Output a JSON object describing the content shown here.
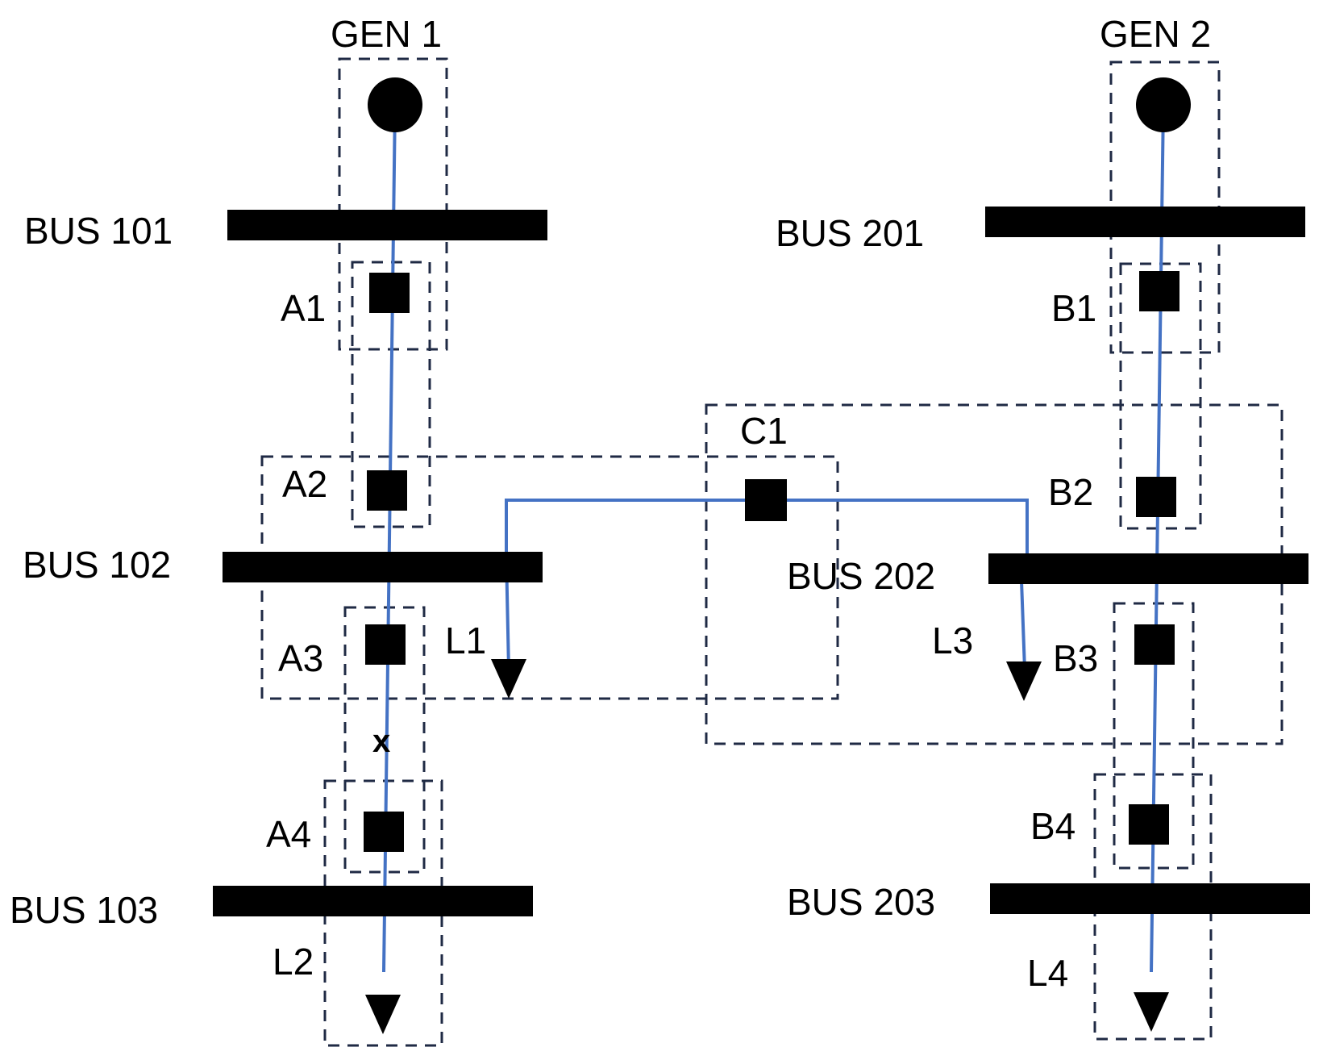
{
  "colors": {
    "wire": "#4472c4",
    "ink": "#000000",
    "zone": "#1f2a44"
  },
  "generators": [
    {
      "id": "gen1",
      "label": "GEN 1"
    },
    {
      "id": "gen2",
      "label": "GEN 2"
    }
  ],
  "buses": [
    {
      "id": "bus101",
      "label": "BUS 101"
    },
    {
      "id": "bus102",
      "label": "BUS 102"
    },
    {
      "id": "bus103",
      "label": "BUS 103"
    },
    {
      "id": "bus201",
      "label": "BUS 201"
    },
    {
      "id": "bus202",
      "label": "BUS 202"
    },
    {
      "id": "bus203",
      "label": "BUS 203"
    }
  ],
  "breakers": [
    {
      "id": "A1",
      "label": "A1"
    },
    {
      "id": "A2",
      "label": "A2"
    },
    {
      "id": "A3",
      "label": "A3"
    },
    {
      "id": "A4",
      "label": "A4"
    },
    {
      "id": "B1",
      "label": "B1"
    },
    {
      "id": "B2",
      "label": "B2"
    },
    {
      "id": "B3",
      "label": "B3"
    },
    {
      "id": "B4",
      "label": "B4"
    },
    {
      "id": "C1",
      "label": "C1"
    }
  ],
  "loads": [
    {
      "id": "L1",
      "label": "L1"
    },
    {
      "id": "L2",
      "label": "L2"
    },
    {
      "id": "L3",
      "label": "L3"
    },
    {
      "id": "L4",
      "label": "L4"
    }
  ],
  "fault_marker": "x"
}
